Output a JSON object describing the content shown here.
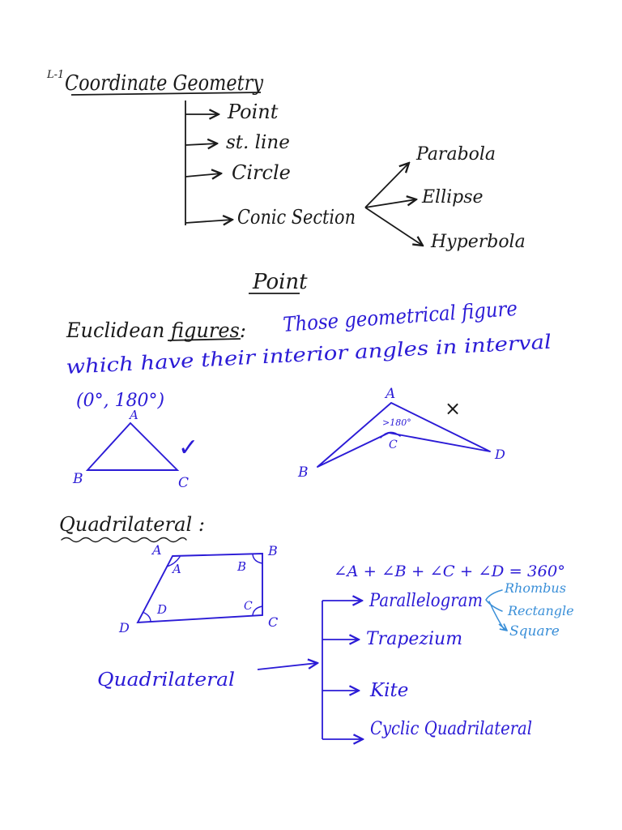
{
  "colors": {
    "black_ink": "#1a1a1a",
    "blue_ink": "#2b1bd6",
    "light_blue_ink": "#3a8fd8",
    "paper": "#ffffff"
  },
  "section1": {
    "marker": "L-1",
    "title": "Coordinate Geometry",
    "branches": [
      "Point",
      "st. line",
      "Circle",
      "Conic Section"
    ],
    "conic_types": [
      "Parabola",
      "Ellipse",
      "Hyperbola"
    ]
  },
  "section2": {
    "title": "Point",
    "definition_term": "Euclidean figures:",
    "definition_line1": "Those geometrical figure",
    "definition_line2": "which have their interior angles in interval",
    "interval": "(0°, 180°)",
    "triangle_labels": {
      "A": "A",
      "B": "B",
      "C": "C"
    },
    "triangle_status": "✓",
    "concave_labels": {
      "A": "A",
      "B": "B",
      "C": "C",
      "D": "D"
    },
    "concave_angle": ">180°",
    "concave_status": "×"
  },
  "section3": {
    "title": "Quadrilateral :",
    "vertices": {
      "A": "A",
      "B": "B",
      "C": "C",
      "D": "D"
    },
    "angle_sum": "∠A + ∠B + ∠C + ∠D = 360°",
    "root_label": "Quadrilateral",
    "types": [
      "Parallelogram",
      "Trapezium",
      "Kite",
      "Cyclic Quadrilateral"
    ],
    "parallelogram_types": [
      "Rhombus",
      "Rectangle",
      "Square"
    ]
  }
}
